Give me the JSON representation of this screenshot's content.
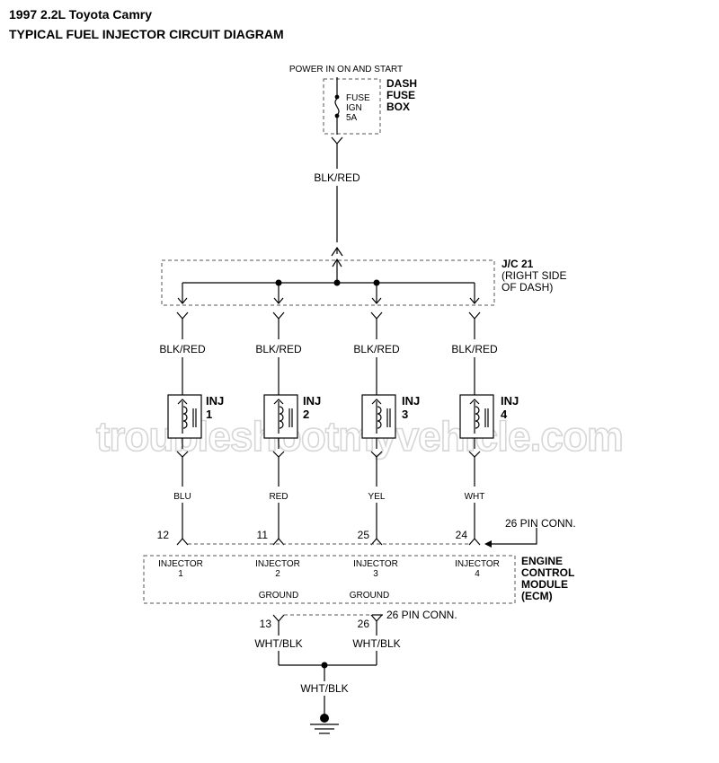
{
  "header": {
    "title": "1997 2.2L Toyota Camry",
    "subtitle": "TYPICAL FUEL INJECTOR CIRCUIT DIAGRAM"
  },
  "power": {
    "label": "POWER IN ON AND START",
    "fuse_lines": [
      "FUSE",
      "IGN",
      "5A"
    ],
    "box_lines": [
      "DASH",
      "FUSE",
      "BOX"
    ],
    "feed_wire": "BLK/RED"
  },
  "junction": {
    "lines": [
      "J/C 21",
      "(RIGHT SIDE",
      "OF DASH)"
    ]
  },
  "injectors": [
    {
      "name_line1": "INJ",
      "name_line2": "1",
      "supply_wire": "BLK/RED",
      "signal_wire": "BLU",
      "pin": "12",
      "ecm_line1": "INJECTOR",
      "ecm_line2": "1"
    },
    {
      "name_line1": "INJ",
      "name_line2": "2",
      "supply_wire": "BLK/RED",
      "signal_wire": "RED",
      "pin": "11",
      "ecm_line1": "INJECTOR",
      "ecm_line2": "2"
    },
    {
      "name_line1": "INJ",
      "name_line2": "3",
      "supply_wire": "BLK/RED",
      "signal_wire": "YEL",
      "pin": "25",
      "ecm_line1": "INJECTOR",
      "ecm_line2": "3"
    },
    {
      "name_line1": "INJ",
      "name_line2": "4",
      "supply_wire": "BLK/RED",
      "signal_wire": "WHT",
      "pin": "24",
      "ecm_line1": "INJECTOR",
      "ecm_line2": "4"
    }
  ],
  "ecm": {
    "connector_top": "26 PIN CONN.",
    "lines": [
      "ENGINE",
      "CONTROL",
      "MODULE",
      "(ECM)"
    ],
    "ground_labels": [
      "GROUND",
      "GROUND"
    ]
  },
  "ground": {
    "connector": "26 PIN CONN.",
    "pins": [
      "13",
      "26"
    ],
    "wires": [
      "WHT/BLK",
      "WHT/BLK"
    ],
    "common_wire": "WHT/BLK"
  },
  "watermark": "troubleshootmyvehicle.com"
}
